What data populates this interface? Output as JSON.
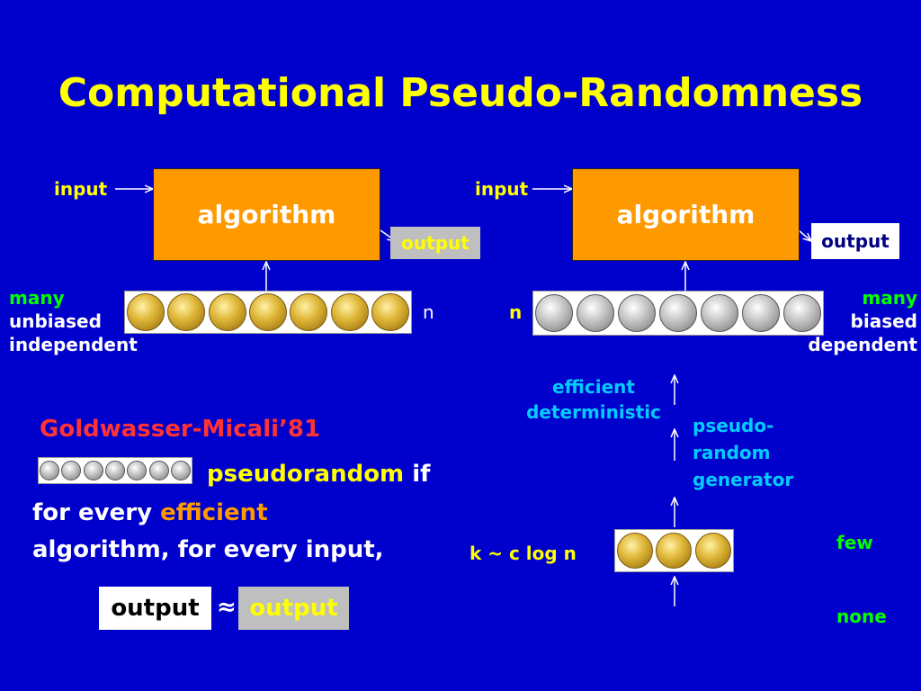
{
  "slide": {
    "title": "Computational Pseudo-Randomness",
    "left_diagram": {
      "input_label": "input",
      "algorithm_label": "algorithm",
      "output_label": "output",
      "n_label": "n",
      "coin_count": 7,
      "properties": [
        "many",
        "unbiased",
        "independent"
      ]
    },
    "right_diagram": {
      "input_label": "input",
      "algorithm_label": "algorithm",
      "output_label": "output",
      "n_label": "n",
      "coin_count": 7,
      "properties": [
        "many",
        "biased",
        "dependent"
      ],
      "efficient_deterministic": [
        "efficient",
        "deterministic"
      ],
      "generator_label": [
        "pseudo-",
        "random",
        "generator"
      ],
      "seed_label": "k ~ c log n",
      "seed_coin_count": 3,
      "few_label": "few",
      "none_label": "none"
    },
    "definition": {
      "attribution": "Goldwasser-Micali’81",
      "pseudorandom_word": "pseudorandom",
      "if_word": "if",
      "line2_prefix": "for every ",
      "line2_emph": "efficient",
      "line3": "algorithm, for every input,",
      "output_left": "output",
      "approx_symbol": "≈",
      "output_right": "output"
    },
    "colors": {
      "background": "#0000cc",
      "title": "#ffff00",
      "algorithm_box": "#ff9900",
      "accent_green": "#00ff00",
      "accent_cyan": "#00ccff",
      "accent_red": "#ff3333",
      "accent_orange": "#ff9900"
    }
  }
}
